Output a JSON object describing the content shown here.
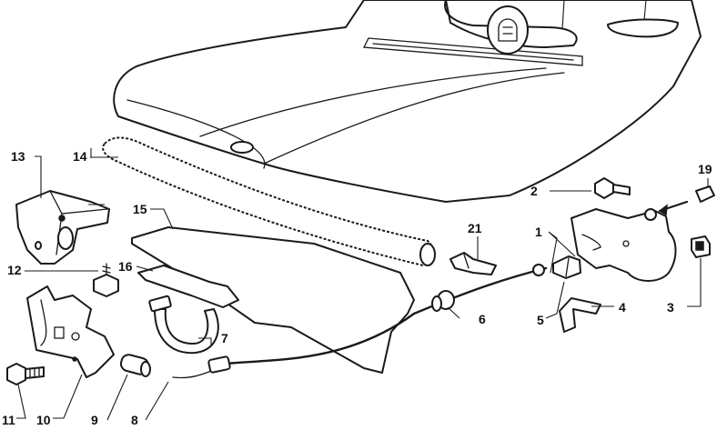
{
  "figure": {
    "callouts": [
      {
        "id": "c1",
        "text": "1"
      },
      {
        "id": "c2",
        "text": "2"
      },
      {
        "id": "c3",
        "text": "3"
      },
      {
        "id": "c4",
        "text": "4"
      },
      {
        "id": "c5",
        "text": "5"
      },
      {
        "id": "c6",
        "text": "6"
      },
      {
        "id": "c7",
        "text": "7"
      },
      {
        "id": "c8",
        "text": "8"
      },
      {
        "id": "c9",
        "text": "9"
      },
      {
        "id": "c10",
        "text": "10"
      },
      {
        "id": "c11",
        "text": "11"
      },
      {
        "id": "c12",
        "text": "12"
      },
      {
        "id": "c13",
        "text": "13"
      },
      {
        "id": "c14",
        "text": "14"
      },
      {
        "id": "c15",
        "text": "15"
      },
      {
        "id": "c16",
        "text": "16"
      },
      {
        "id": "c19",
        "text": "19"
      },
      {
        "id": "c21",
        "text": "21"
      }
    ]
  }
}
